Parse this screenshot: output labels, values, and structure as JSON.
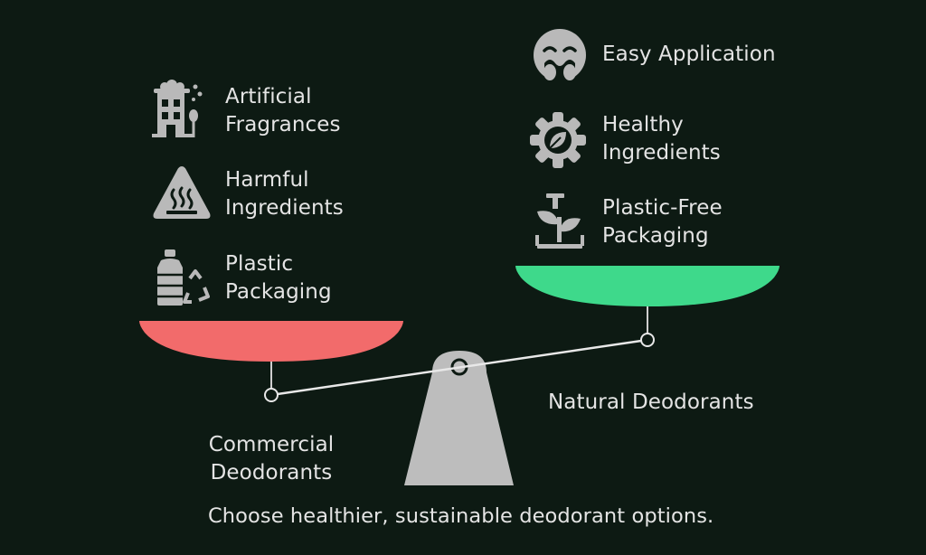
{
  "colors": {
    "background": "#0d1a13",
    "commercial_pan": "#f26b6b",
    "natural_pan": "#3ed98b",
    "fulcrum": "#bdbdbd",
    "icon": "#b9b9b9",
    "text": "#e4e4e4"
  },
  "commercial": {
    "name": "Commercial\nDeodorants",
    "items": [
      {
        "label": "Artificial\nFragrances",
        "icon": "factory-icon"
      },
      {
        "label": "Harmful\nIngredients",
        "icon": "warning-hot-icon"
      },
      {
        "label": "Plastic\nPackaging",
        "icon": "plastic-bottle-recycle-icon"
      }
    ]
  },
  "natural": {
    "name": "Natural Deodorants",
    "items": [
      {
        "label": "Easy Application",
        "icon": "smiling-face-icon"
      },
      {
        "label": "Healthy\nIngredients",
        "icon": "gear-leaf-icon"
      },
      {
        "label": "Plastic-Free\nPackaging",
        "icon": "plant-sprout-icon"
      }
    ]
  },
  "caption": "Choose healthier, sustainable deodorant options."
}
